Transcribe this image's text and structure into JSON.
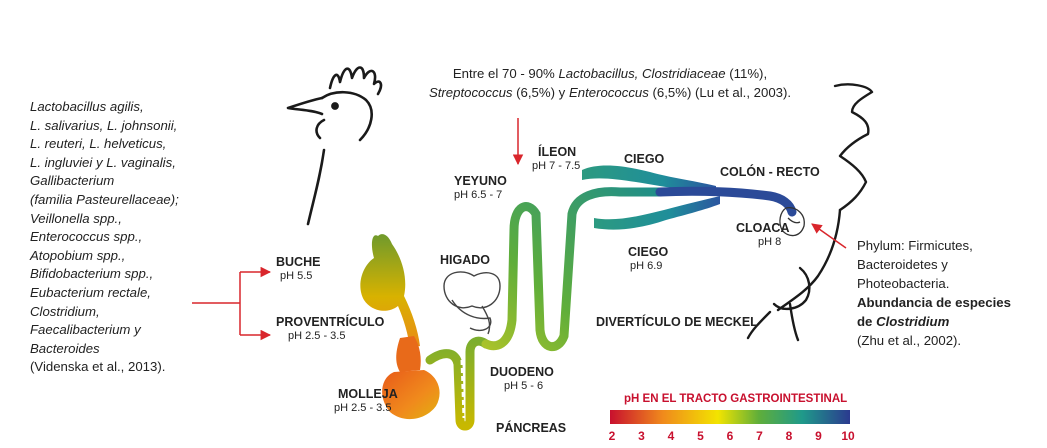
{
  "bacteria_list": {
    "lines": [
      {
        "text": "Lactobacillus agilis,",
        "italic": true
      },
      {
        "text": "L. salivarius, L. johnsonii,",
        "italic": true
      },
      {
        "text": "L. reuteri, L. helveticus,",
        "italic": true
      },
      {
        "text": "L. ingluviei y L. vaginalis,",
        "italic": true
      },
      {
        "text": "Gallibacterium",
        "italic": true
      },
      {
        "text": "(familia Pasteurellaceae);",
        "italic": true
      },
      {
        "text": "Veillonella spp.,",
        "italic": true
      },
      {
        "text": "Enterococcus spp.,",
        "italic": true
      },
      {
        "text": "Atopobium spp.,",
        "italic": true
      },
      {
        "text": "Bifidobacterium spp.,",
        "italic": true
      },
      {
        "text": "Eubacterium rectale,",
        "italic": true
      },
      {
        "text": "Clostridium,",
        "italic": true
      },
      {
        "text": "Faecalibacterium y",
        "italic": true
      },
      {
        "text": "Bacteroides",
        "italic": true
      },
      {
        "text": "(Videnska et al., 2013).",
        "italic": false
      }
    ]
  },
  "top_note": {
    "line1_a": "Entre el 70 - 90% ",
    "line1_b": "Lactobacillus, Clostridiaceae",
    "line1_c": " (11%),",
    "line2_a": "Streptococcus",
    "line2_b": " (6,5%) y ",
    "line2_c": "Enterococcus",
    "line2_d": " (6,5%) (Lu et al., 2003)."
  },
  "right_note": {
    "line1": "Phylum: Firmicutes,",
    "line2": "Bacteroidetes y",
    "line3": "Photeobacteria.",
    "line4": "Abundancia de especies",
    "line5_a": "de ",
    "line5_b": "Clostridium",
    "line6": "(Zhu et al., 2002)."
  },
  "organs": {
    "buche": {
      "name": "BUCHE",
      "ph": "pH 5.5"
    },
    "proventriculo": {
      "name": "PROVENTRÍCULO",
      "ph": "pH 2.5 - 3.5"
    },
    "molleja": {
      "name": "MOLLEJA",
      "ph": "pH 2.5 - 3.5"
    },
    "higado": {
      "name": "HIGADO"
    },
    "duodeno": {
      "name": "DUODENO",
      "ph": "pH 5 - 6"
    },
    "pancreas": {
      "name": "PÁNCREAS"
    },
    "yeyuno": {
      "name": "YEYUNO",
      "ph": "pH 6.5 - 7"
    },
    "ileon": {
      "name": "ÍLEON",
      "ph": "pH 7 - 7.5"
    },
    "ciego_top": {
      "name": "CIEGO"
    },
    "ciego_bottom": {
      "name": "CIEGO",
      "ph": "pH 6.9"
    },
    "colon": {
      "name": "COLÓN - RECTO"
    },
    "cloaca": {
      "name": "CLOACA",
      "ph": "pH 8"
    },
    "meckel": {
      "name": "DIVERTÍCULO DE MECKEL"
    }
  },
  "legend": {
    "title": "pH EN EL TRACTO GASTROINTESTINAL",
    "ticks": [
      "2",
      "3",
      "4",
      "5",
      "6",
      "7",
      "8",
      "9",
      "10"
    ],
    "colors": {
      "low": "#c8102e",
      "mid_low": "#f08a1c",
      "mid": "#f2e400",
      "mid_high": "#5fae3a",
      "high_a": "#1f9a8a",
      "high": "#2b3a8f"
    }
  },
  "colors": {
    "arrow": "#d9262c",
    "outline": "#1a1a1a"
  }
}
